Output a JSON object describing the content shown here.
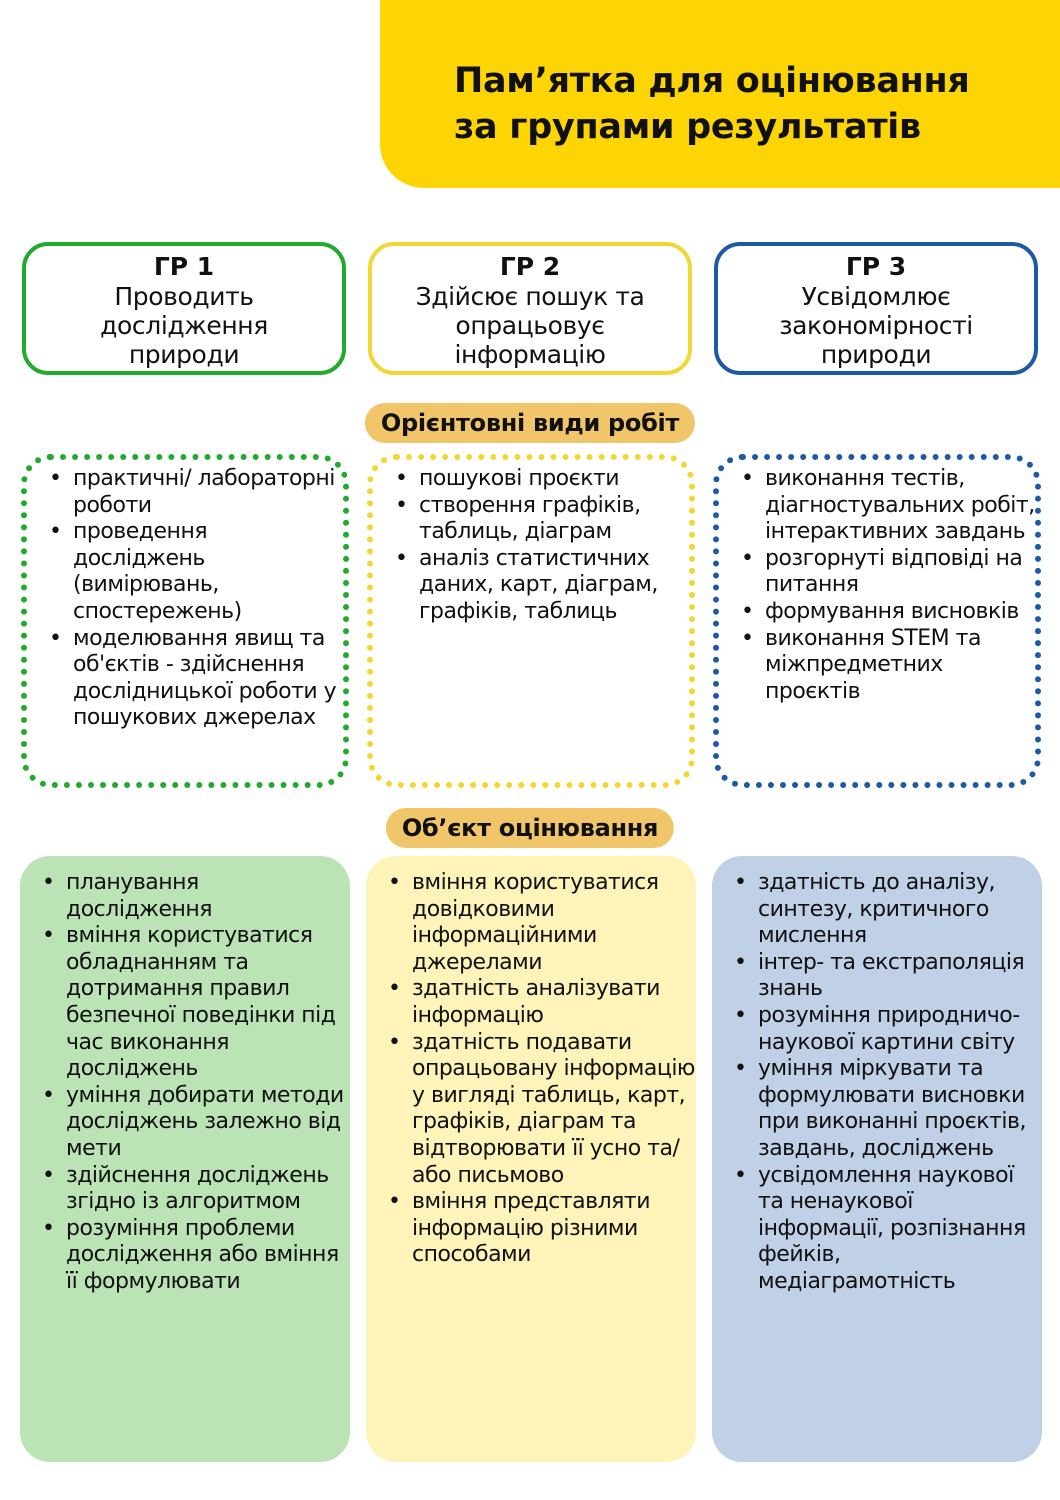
{
  "title": "Пам’ятка для оцінювання\nза групами результатів",
  "groups": [
    {
      "code": "ГР 1",
      "desc": "Проводить\nдослідження\nприроди"
    },
    {
      "code": "ГР 2",
      "desc": "Здійсює пошук та\nопрацьовує\nінформацію"
    },
    {
      "code": "ГР 3",
      "desc": "Усвідомлює\nзакономірності\nприроди"
    }
  ],
  "sections": {
    "works_label": "Орієнтовні види робіт",
    "object_label": "Об’єкт оцінювання"
  },
  "works": [
    [
      "практичні/ лабораторні роботи",
      "проведення досліджень (вимірювань, спостережень)",
      "моделювання явищ та об'єктів - здійснення дослідницької роботи у пошукових джерелах"
    ],
    [
      "пошукові проєкти",
      "створення графіків, таблиць, діаграм",
      "аналіз статистичних даних, карт, діаграм, графіків, таблиць"
    ],
    [
      "виконання тестів, діагностувальних робіт, інтерактивних завдань",
      "розгорнуті відповіді на питання",
      "формування висновків",
      "виконання STEM та міжпредметних проєктів"
    ]
  ],
  "objects": [
    [
      "планування дослідження",
      "вміння користуватися обладнанням та дотримання правил безпечної поведінки під час виконання досліджень",
      "уміння добирати методи досліджень залежно від мети",
      "здійснення досліджень згідно із алгоритмом",
      "розуміння проблеми дослідження або вміння її формулювати"
    ],
    [
      "вміння користуватися довідковими інформаційними джерелами",
      "здатність аналізувати інформацію",
      "здатність подавати опрацьовану інформацію у вигляді таблиць, карт, графіків, діаграм та відтворювати її усно та/або письмово",
      "вміння представляти інформацію різними способами"
    ],
    [
      "здатність до аналізу, синтезу, критичного мислення",
      "інтер- та екстраполяція знань",
      "розуміння природничо-наукової картини світу",
      "уміння міркувати та формулювати висновки при виконанні проєктів, завдань, досліджень",
      "усвідомлення наукової та ненаукової інформації, розпізнання фейків, медіаграмотність"
    ]
  ],
  "colors": {
    "banner": "#fdd505",
    "pill": "#f1c66b",
    "group1": "#22aa2e",
    "group2": "#f2d631",
    "group3": "#1c5aa6",
    "object1_bg": "#bce3b6",
    "object2_bg": "#fef3b9",
    "object3_bg": "#c0d0e6"
  }
}
